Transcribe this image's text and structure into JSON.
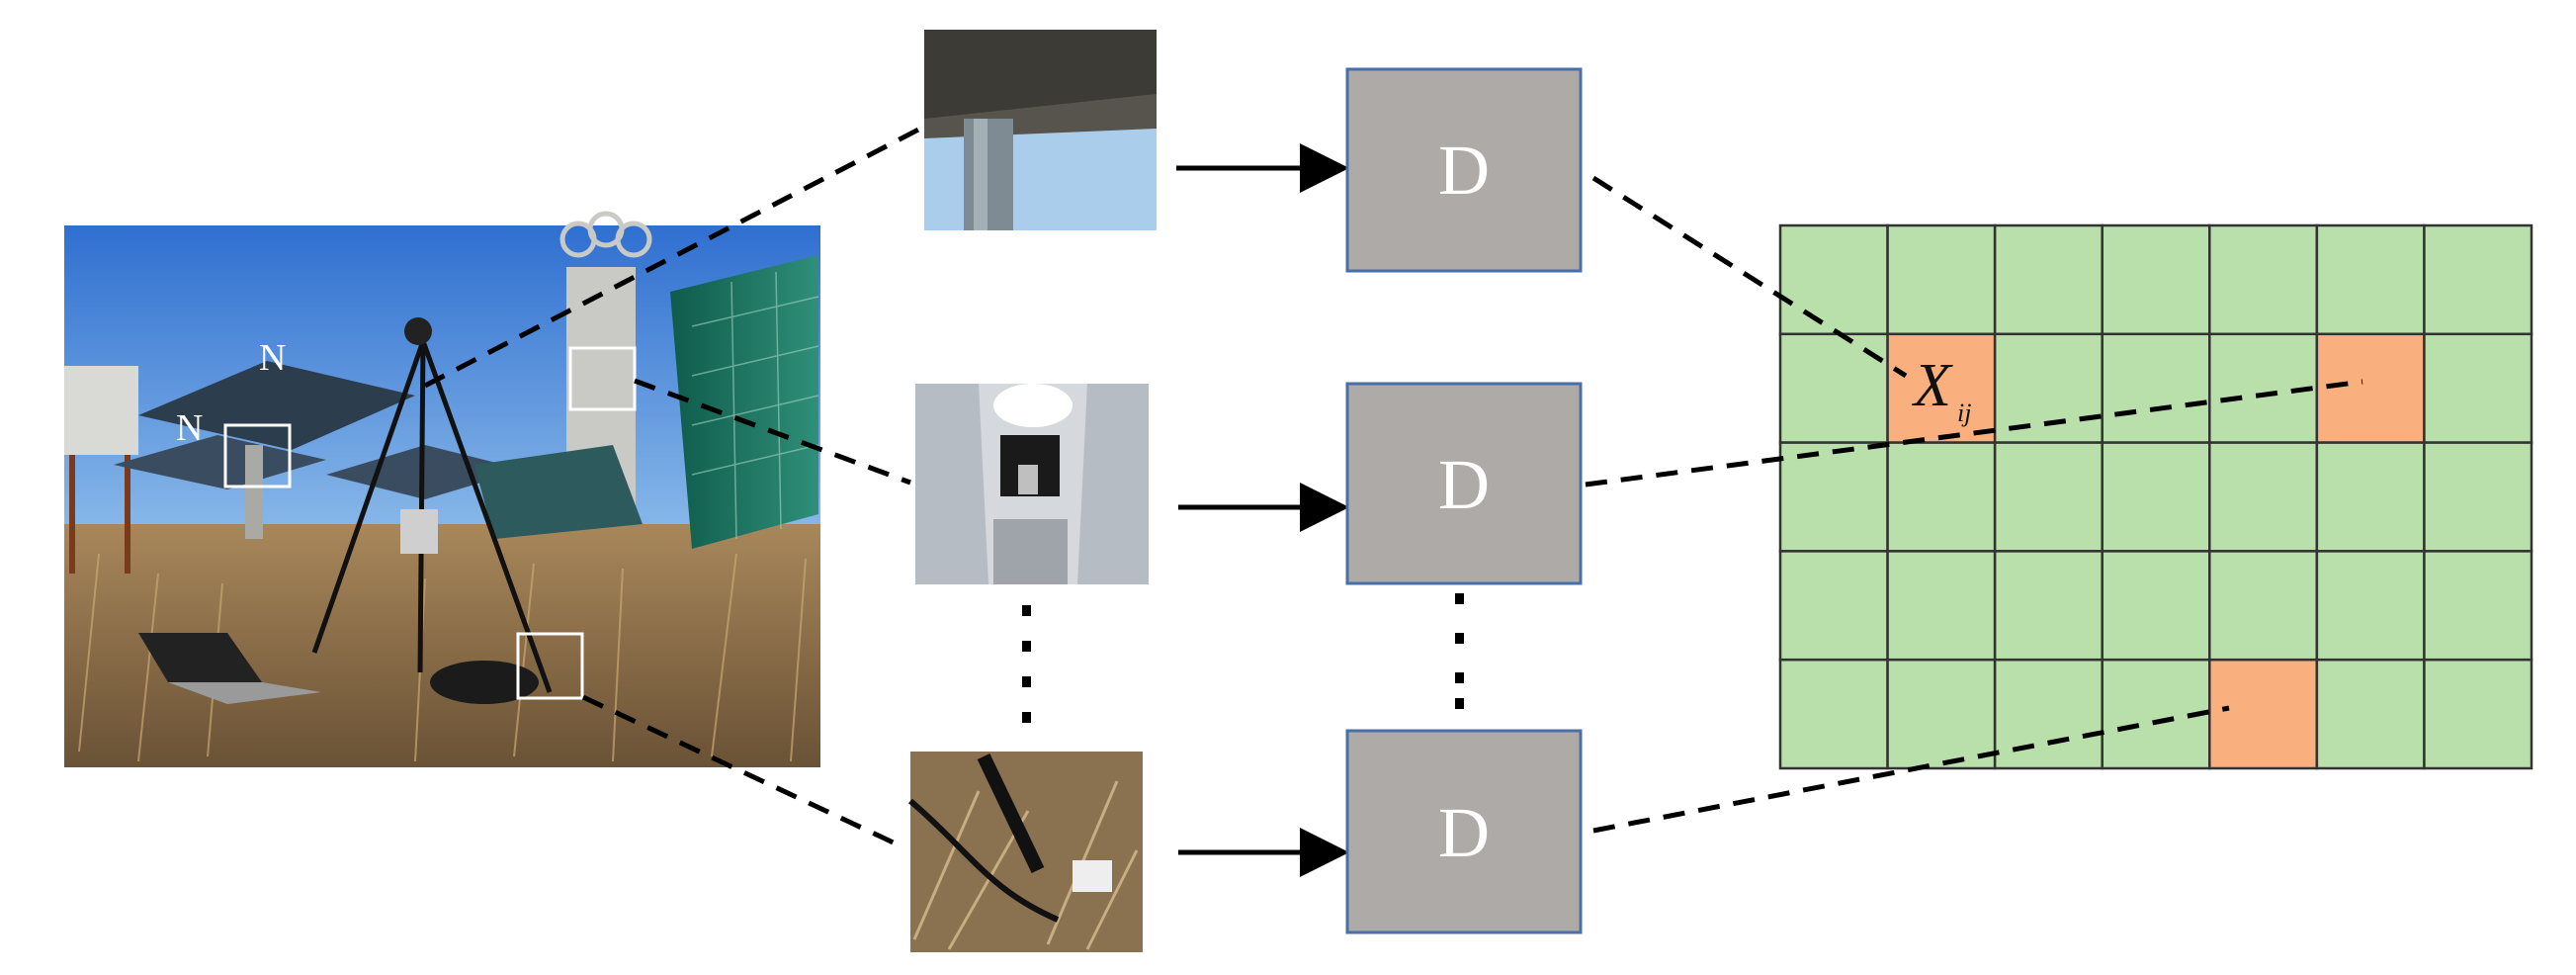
{
  "main_photo": {
    "labels": [
      "N",
      "N"
    ]
  },
  "discriminator": {
    "label": "D"
  },
  "grid": {
    "rows": 5,
    "cols": 7,
    "highlight_cells": [
      [
        1,
        1
      ],
      [
        1,
        5
      ],
      [
        4,
        4
      ]
    ],
    "cell_label_main": "X",
    "cell_label_sub": "ij"
  },
  "colors": {
    "grid_cell": "#b9dfaa",
    "highlight_cell": "#f9b07e",
    "d_box_fill": "#aeaaa8",
    "d_box_border": "#4a6ea8"
  }
}
